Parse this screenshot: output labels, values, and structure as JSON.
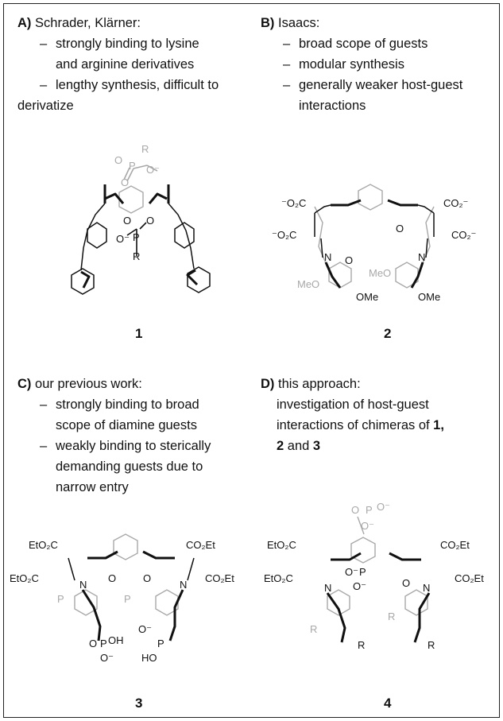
{
  "panels": {
    "A": {
      "letter": "A)",
      "title": "Schrader, Klärner:",
      "items": [
        {
          "l1": "strongly binding to lysine",
          "l2": "and arginine derivatives"
        },
        {
          "l1": "lengthy synthesis, difficult to",
          "l2": "derivatize"
        }
      ]
    },
    "B": {
      "letter": "B)",
      "title": "Isaacs:",
      "items": [
        {
          "l1": "broad scope of guests",
          "l2": ""
        },
        {
          "l1": "modular synthesis",
          "l2": ""
        },
        {
          "l1": "generally weaker host-guest",
          "l2": "interactions"
        }
      ]
    },
    "C": {
      "letter": "C)",
      "title": "our previous work:",
      "items": [
        {
          "l1": "strongly binding to broad",
          "l2": "scope of diamine guests"
        },
        {
          "l1": "weakly binding to sterically",
          "l2": "demanding guests due to",
          "l3": "narrow entry"
        }
      ]
    },
    "D": {
      "letter": "D)",
      "title": "this approach:",
      "text_l1": "investigation of host-guest",
      "text_l2_pre": "interactions of chimeras of ",
      "text_l2_bold": "1,",
      "text_l3_b1": "2",
      "text_l3_mid": " and ",
      "text_l3_b2": "3"
    }
  },
  "compounds": {
    "c1": "1",
    "c2": "2",
    "c3": "3",
    "c4": "4"
  },
  "mol_labels": {
    "m1": {
      "O": "O",
      "P": "P",
      "R": "R",
      "Om": "O⁻"
    },
    "m2": {
      "co2_left_top": "⁻O₂C",
      "co2_left_bot": "⁻O₂C",
      "co2_right_top": "CO₂⁻",
      "co2_right_bot": "CO₂⁻",
      "N": "N",
      "O": "O",
      "MeO": "MeO",
      "OMe": "OMe"
    },
    "m3": {
      "et_lt": "EtO₂C",
      "et_lb": "EtO₂C",
      "et_rt": "CO₂Et",
      "et_rb": "CO₂Et",
      "N": "N",
      "O": "O",
      "P": "P",
      "OH": "OH",
      "HO": "HO",
      "Om": "O⁻",
      "PO": "P"
    },
    "m4": {
      "et_lt": "EtO₂C",
      "et_lb": "EtO₂C",
      "et_rt": "CO₂Et",
      "et_rb": "CO₂Et",
      "N": "N",
      "O": "O",
      "P": "P",
      "Om": "O⁻",
      "R": "R"
    }
  },
  "colors": {
    "bold": "#111111",
    "grey": "#a8a8a8"
  }
}
